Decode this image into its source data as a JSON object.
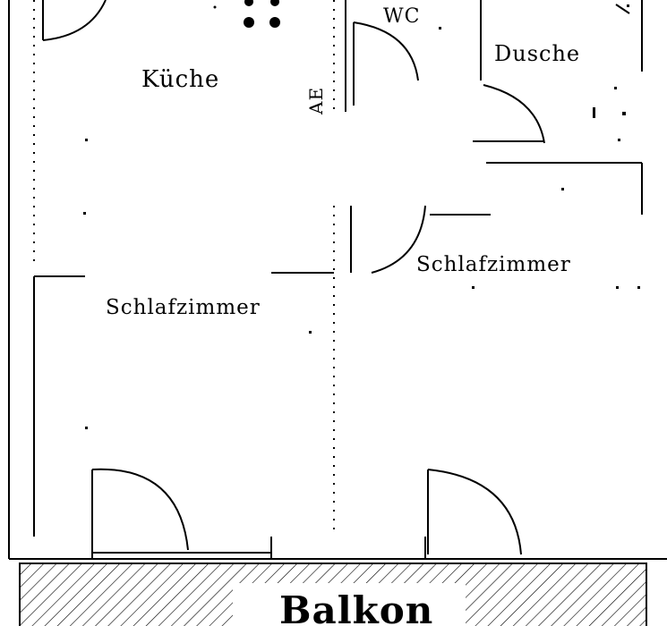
{
  "floor_plan": {
    "rooms": {
      "kitchen": "Küche",
      "wc": "WC",
      "shower": "Dusche",
      "bedroom_left": "Schlafzimmer",
      "bedroom_right": "Schlafzimmer"
    },
    "balcony": "Balkon",
    "wall_marking": "AE"
  },
  "colors": {
    "line": "#000000",
    "background": "#ffffff"
  }
}
